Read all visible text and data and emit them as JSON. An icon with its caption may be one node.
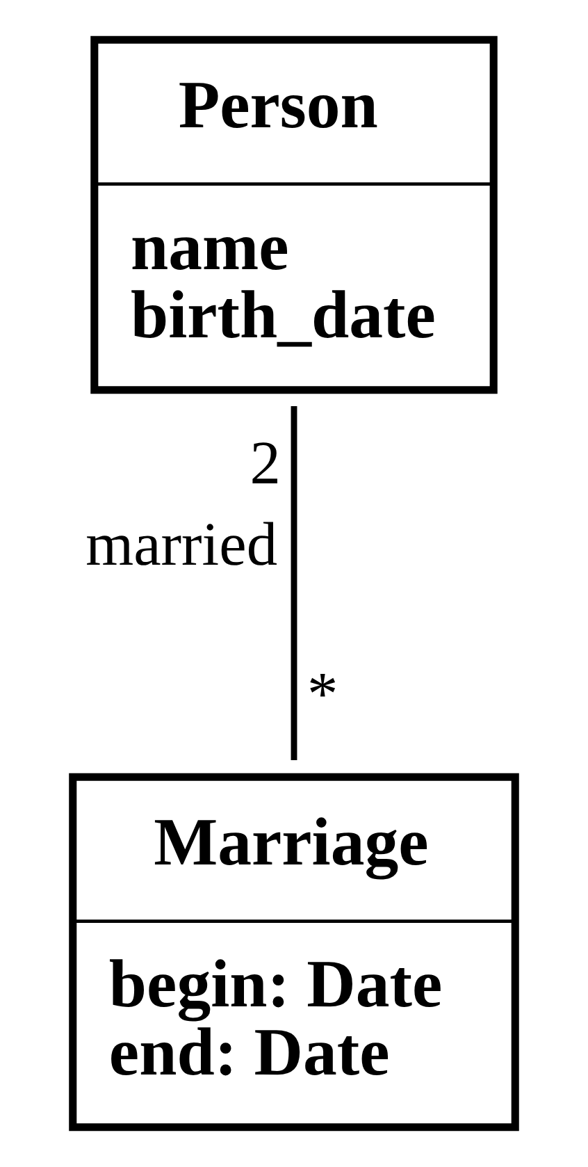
{
  "diagram": {
    "nodes": [
      {
        "text": [
          "Person",
          "name",
          "birth_date"
        ]
      },
      {
        "text": [
          "Marriage",
          "begin: Date",
          "end: Date"
        ]
      }
    ],
    "edges": [
      {
        "from": 0,
        "to": 1,
        "arrow": "none",
        "label": "married"
      }
    ],
    "labels": [
      "2",
      "*"
    ]
  }
}
